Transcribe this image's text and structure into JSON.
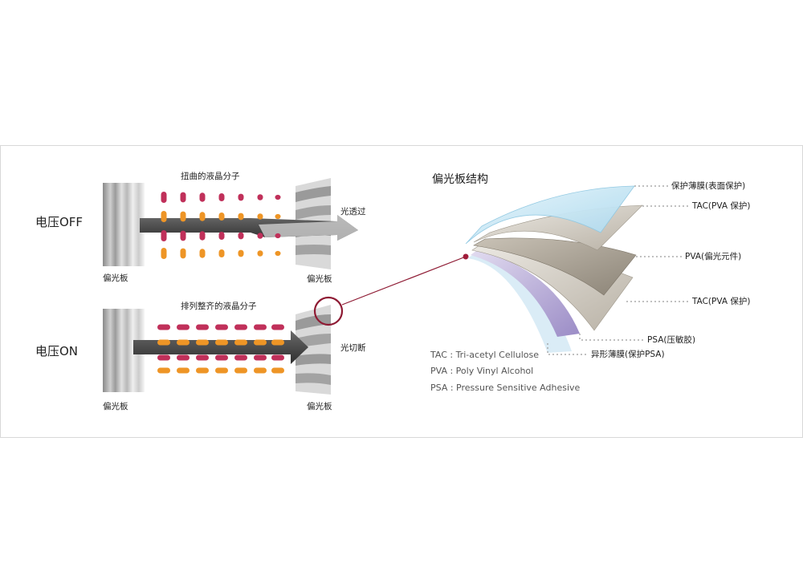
{
  "off": {
    "state_label": "电压OFF",
    "title": "扭曲的液晶分子",
    "light_label": "光透过",
    "polarizer_left": "偏光板",
    "polarizer_right": "偏光板"
  },
  "on": {
    "state_label": "电压ON",
    "title": "排列整齐的液晶分子",
    "light_label": "光切断",
    "polarizer_left": "偏光板",
    "polarizer_right": "偏光板"
  },
  "structure": {
    "title": "偏光板结构",
    "layers": [
      "保护薄膜(表面保护)",
      "TAC(PVA 保护)",
      "PVA(偏光元件)",
      "TAC(PVA 保护)",
      "PSA(压敏胶)",
      "异形薄膜(保护PSA)"
    ],
    "glossary": [
      "TAC : Tri-acetyl Cellulose",
      "PVA : Poly Vinyl Alcohol",
      "PSA : Pressure Sensitive Adhesive"
    ]
  },
  "colors": {
    "molecule_red": "#c0305a",
    "molecule_orange": "#ee9526",
    "arrow_dark": "#454545",
    "highlight_circle": "#8e1a33"
  }
}
